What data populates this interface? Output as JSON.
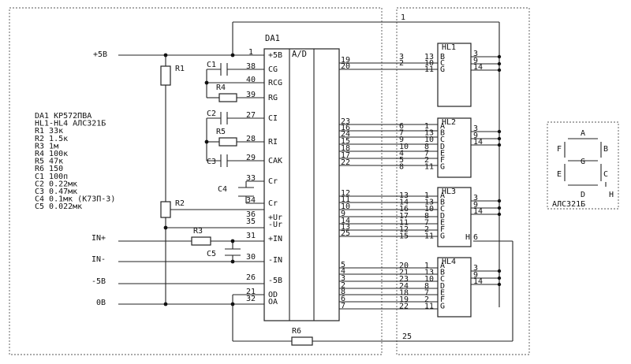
{
  "title_chip": "DA1",
  "title_func": "A/D",
  "supply": {
    "plus5": "+5B",
    "minus5": "-5B",
    "gnd": "0B",
    "in_plus": "IN+",
    "in_minus": "IN-"
  },
  "parts_list": [
    "DA1 KP572ПВА",
    "HL1-HL4 АЛС321Б",
    "R1 33к",
    "R2 1.5к",
    "R3 1м",
    "R4 100к",
    "R5 47к",
    "R6 150",
    "C1 100п",
    "C2 0.22мк",
    "C3 0.47мк",
    "C4 0.1мк (К73П-3)",
    "C5 0.022мк"
  ],
  "components": {
    "R1": "R1",
    "R2": "R2",
    "R3": "R3",
    "R4": "R4",
    "R5": "R5",
    "R6": "R6",
    "C1": "C1",
    "C2": "C2",
    "C3": "C3",
    "C4": "C4",
    "C5": "C5"
  },
  "da1_pins_left": [
    {
      "num": "1",
      "name": "+5B"
    },
    {
      "num": "38",
      "name": "CG"
    },
    {
      "num": "40",
      "name": "RCG"
    },
    {
      "num": "39",
      "name": "RG"
    },
    {
      "num": "27",
      "name": "CI"
    },
    {
      "num": "28",
      "name": "RI"
    },
    {
      "num": "29",
      "name": "CAK"
    },
    {
      "num": "33",
      "name": "Cr"
    },
    {
      "num": "34",
      "name": "Cr"
    },
    {
      "num": "36",
      "name": "+Ur"
    },
    {
      "num": "35",
      "name": "-Ur"
    },
    {
      "num": "31",
      "name": "+IN"
    },
    {
      "num": "30",
      "name": "-IN"
    },
    {
      "num": "26",
      "name": "-5B"
    },
    {
      "num": "21",
      "name": "OD"
    },
    {
      "num": "32",
      "name": "OA"
    }
  ],
  "da1_pins_right": [
    "19",
    "20",
    "23",
    "16",
    "24",
    "15",
    "18",
    "17",
    "22",
    "12",
    "11",
    "10",
    "9",
    "14",
    "13",
    "25",
    "5",
    "4",
    "3",
    "2",
    "8",
    "6",
    "7"
  ],
  "top_net": "1",
  "bottom_net": "25",
  "displays": [
    {
      "name": "HL1",
      "in_pins": [
        "13",
        "10",
        "11"
      ],
      "seg": [
        "B",
        "C",
        "G"
      ],
      "out_pins": [
        "3",
        "9",
        "14"
      ],
      "src": [
        "3",
        "2"
      ]
    },
    {
      "name": "HL2",
      "in_pins": [
        "1",
        "13",
        "10",
        "8",
        "7",
        "2",
        "11"
      ],
      "seg": [
        "A",
        "B",
        "C",
        "D",
        "E",
        "F",
        "G"
      ],
      "out_pins": [
        "3",
        "9",
        "14"
      ],
      "src": [
        "6",
        "7",
        "9",
        "10",
        "4",
        "5",
        "8"
      ]
    },
    {
      "name": "HL3",
      "in_pins": [
        "1",
        "13",
        "10",
        "8",
        "7",
        "2",
        "11"
      ],
      "seg": [
        "A",
        "B",
        "C",
        "D",
        "E",
        "F",
        "G"
      ],
      "out_pins": [
        "3",
        "9",
        "14"
      ],
      "src": [
        "13",
        "14",
        "16",
        "17",
        "11",
        "12",
        "15"
      ],
      "h_pin": "H",
      "h_num": "6"
    },
    {
      "name": "HL4",
      "in_pins": [
        "1",
        "13",
        "10",
        "8",
        "7",
        "2",
        "11"
      ],
      "seg": [
        "A",
        "B",
        "C",
        "D",
        "E",
        "F",
        "G"
      ],
      "out_pins": [
        "3",
        "9",
        "14"
      ],
      "src": [
        "20",
        "21",
        "23",
        "24",
        "18",
        "19",
        "22"
      ]
    }
  ],
  "legend": {
    "segments": [
      "A",
      "B",
      "C",
      "D",
      "E",
      "F",
      "G",
      "H"
    ],
    "caption": "АЛС321Б"
  }
}
